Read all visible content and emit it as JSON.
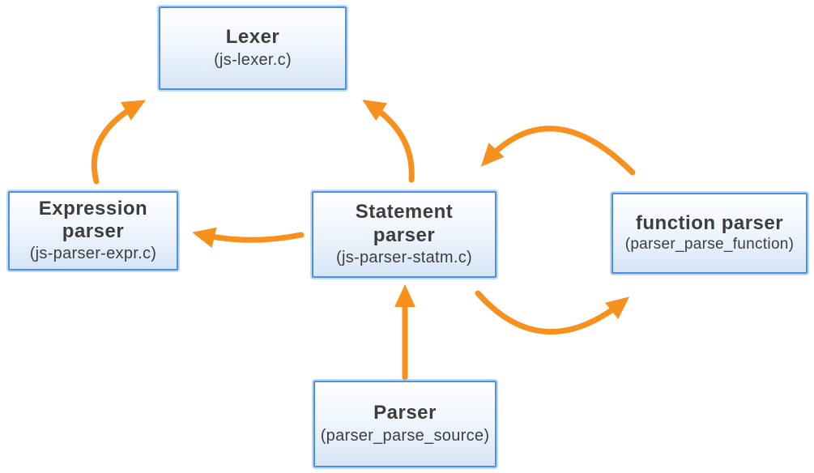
{
  "diagram": {
    "nodes": [
      {
        "id": "lexer",
        "title": "Lexer",
        "subtitle": "(js-lexer.c)"
      },
      {
        "id": "expression-parser",
        "title": "Expression\nparser",
        "subtitle": "(js-parser-expr.c)"
      },
      {
        "id": "statement-parser",
        "title": "Statement\nparser",
        "subtitle": "(js-parser-statm.c)"
      },
      {
        "id": "function-parser",
        "title": "function parser",
        "subtitle": "(parser_parse_function)"
      },
      {
        "id": "parser",
        "title": "Parser",
        "subtitle": "(parser_parse_source)"
      }
    ],
    "edges": [
      {
        "from": "expression-parser",
        "to": "lexer"
      },
      {
        "from": "statement-parser",
        "to": "lexer"
      },
      {
        "from": "statement-parser",
        "to": "expression-parser"
      },
      {
        "from": "function-parser",
        "to": "statement-parser"
      },
      {
        "from": "statement-parser",
        "to": "function-parser"
      },
      {
        "from": "parser",
        "to": "statement-parser"
      }
    ],
    "colors": {
      "arrow": "#F8901D",
      "node_border": "#4F90E0",
      "node_fill_top": "#FDFEFF",
      "node_fill_bottom": "#D7E5F7",
      "text": "#3D3D3D"
    }
  }
}
